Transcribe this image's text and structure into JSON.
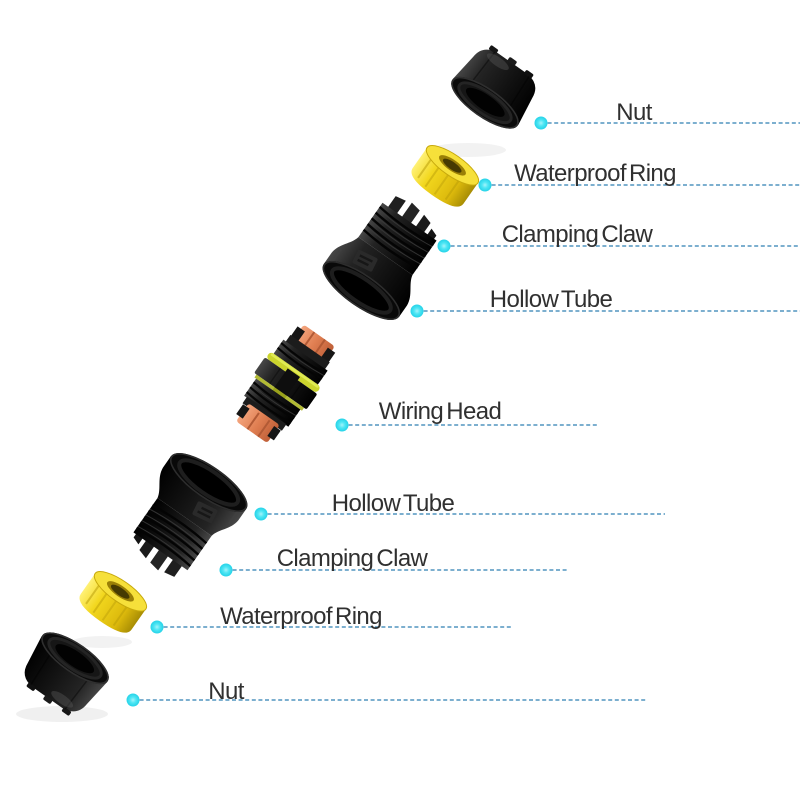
{
  "diagram": {
    "background_color": "#ffffff",
    "callouts": [
      {
        "id": "nut-top",
        "label": "Nut"
      },
      {
        "id": "waterproof-ring-top",
        "label": "Waterproof Ring"
      },
      {
        "id": "clamping-claw-top",
        "label": "Clamping Claw"
      },
      {
        "id": "hollow-tube-top",
        "label": "Hollow Tube"
      },
      {
        "id": "wiring-head",
        "label": "Wiring Head"
      },
      {
        "id": "hollow-tube-bottom",
        "label": "Hollow Tube"
      },
      {
        "id": "clamping-claw-bottom",
        "label": "Clamping Claw"
      },
      {
        "id": "waterproof-ring-bottom",
        "label": "Waterproof Ring"
      },
      {
        "id": "nut-bottom",
        "label": "Nut"
      }
    ],
    "colors": {
      "leader_line": "#2e7fb2",
      "marker_dot": "#3fe3f2",
      "label_text": "#303030",
      "part_black": "#151515",
      "part_yellow": "#eecf18",
      "part_orange": "#e08152",
      "oring_yellow_green": "#cbd42d"
    }
  }
}
